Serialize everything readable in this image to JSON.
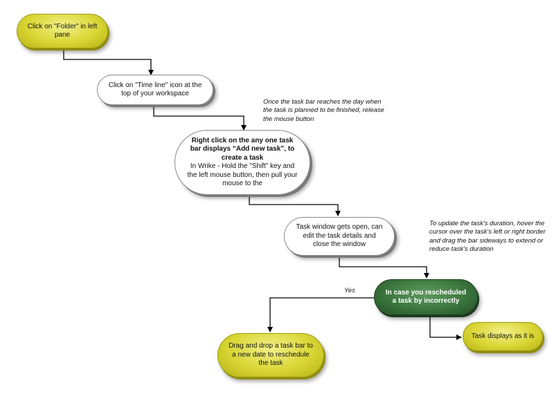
{
  "nodes": {
    "folder": "Click on \"Folder\" in left pane",
    "timeline": "Click on \"Time line\" icon at the top of your workspace",
    "right_click_title": "Right click on the any one task bar displays “Add new task”, to create a task",
    "right_click_detail": "In Wrike - Hold the \"Shift\" key and the left mouse button, then pull your mouse to the",
    "task_window": "Task window gets open, can edit the task details and close the window",
    "reschedule": "In case you rescheduled a task by incorrectly",
    "drag_drop": "Drag and drop a task bar to a new date to reschedule the task",
    "displays": "Task displays as it is"
  },
  "notes": {
    "release": "Once the task bar reaches the day when the task is planned to be finished, release the mouse button",
    "duration": "To update the task's duration, hover the cursor over the task's left or right border and drag the bar sideways to extend or reduce task's duration"
  },
  "labels": {
    "yes": "Yes"
  },
  "colors": {
    "yellow_node": "#d9d635",
    "green_node": "#3e7a40",
    "connector": "#000000"
  }
}
